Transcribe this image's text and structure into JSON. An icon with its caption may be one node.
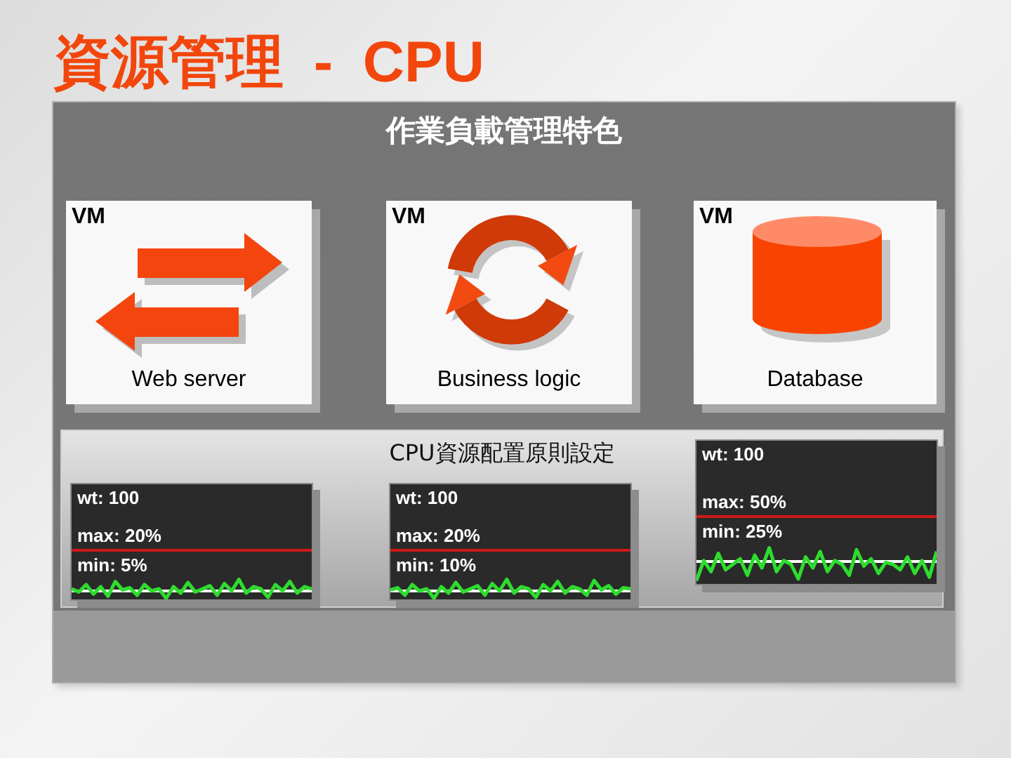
{
  "diagram": {
    "title": "資源管理 - CPU",
    "nodes": [
      {
        "text": [
          "作業負載管理特色"
        ]
      },
      {
        "text": [
          "VM",
          "Web server"
        ],
        "in": 0
      },
      {
        "text": [
          "VM",
          "Business logic"
        ],
        "in": 0
      },
      {
        "text": [
          "VM",
          "Database"
        ],
        "in": 0
      },
      {
        "text": [
          "CPU資源配置原則設定"
        ],
        "in": 0
      },
      {
        "text": [
          "wt: 100",
          "max: 20%",
          "min: 5%"
        ],
        "in": 4
      },
      {
        "text": [
          "wt: 100",
          "max: 20%",
          "min: 10%"
        ],
        "in": 4
      },
      {
        "text": [
          "wt: 100",
          "max: 50%",
          "min: 25%"
        ],
        "in": 4
      }
    ]
  }
}
